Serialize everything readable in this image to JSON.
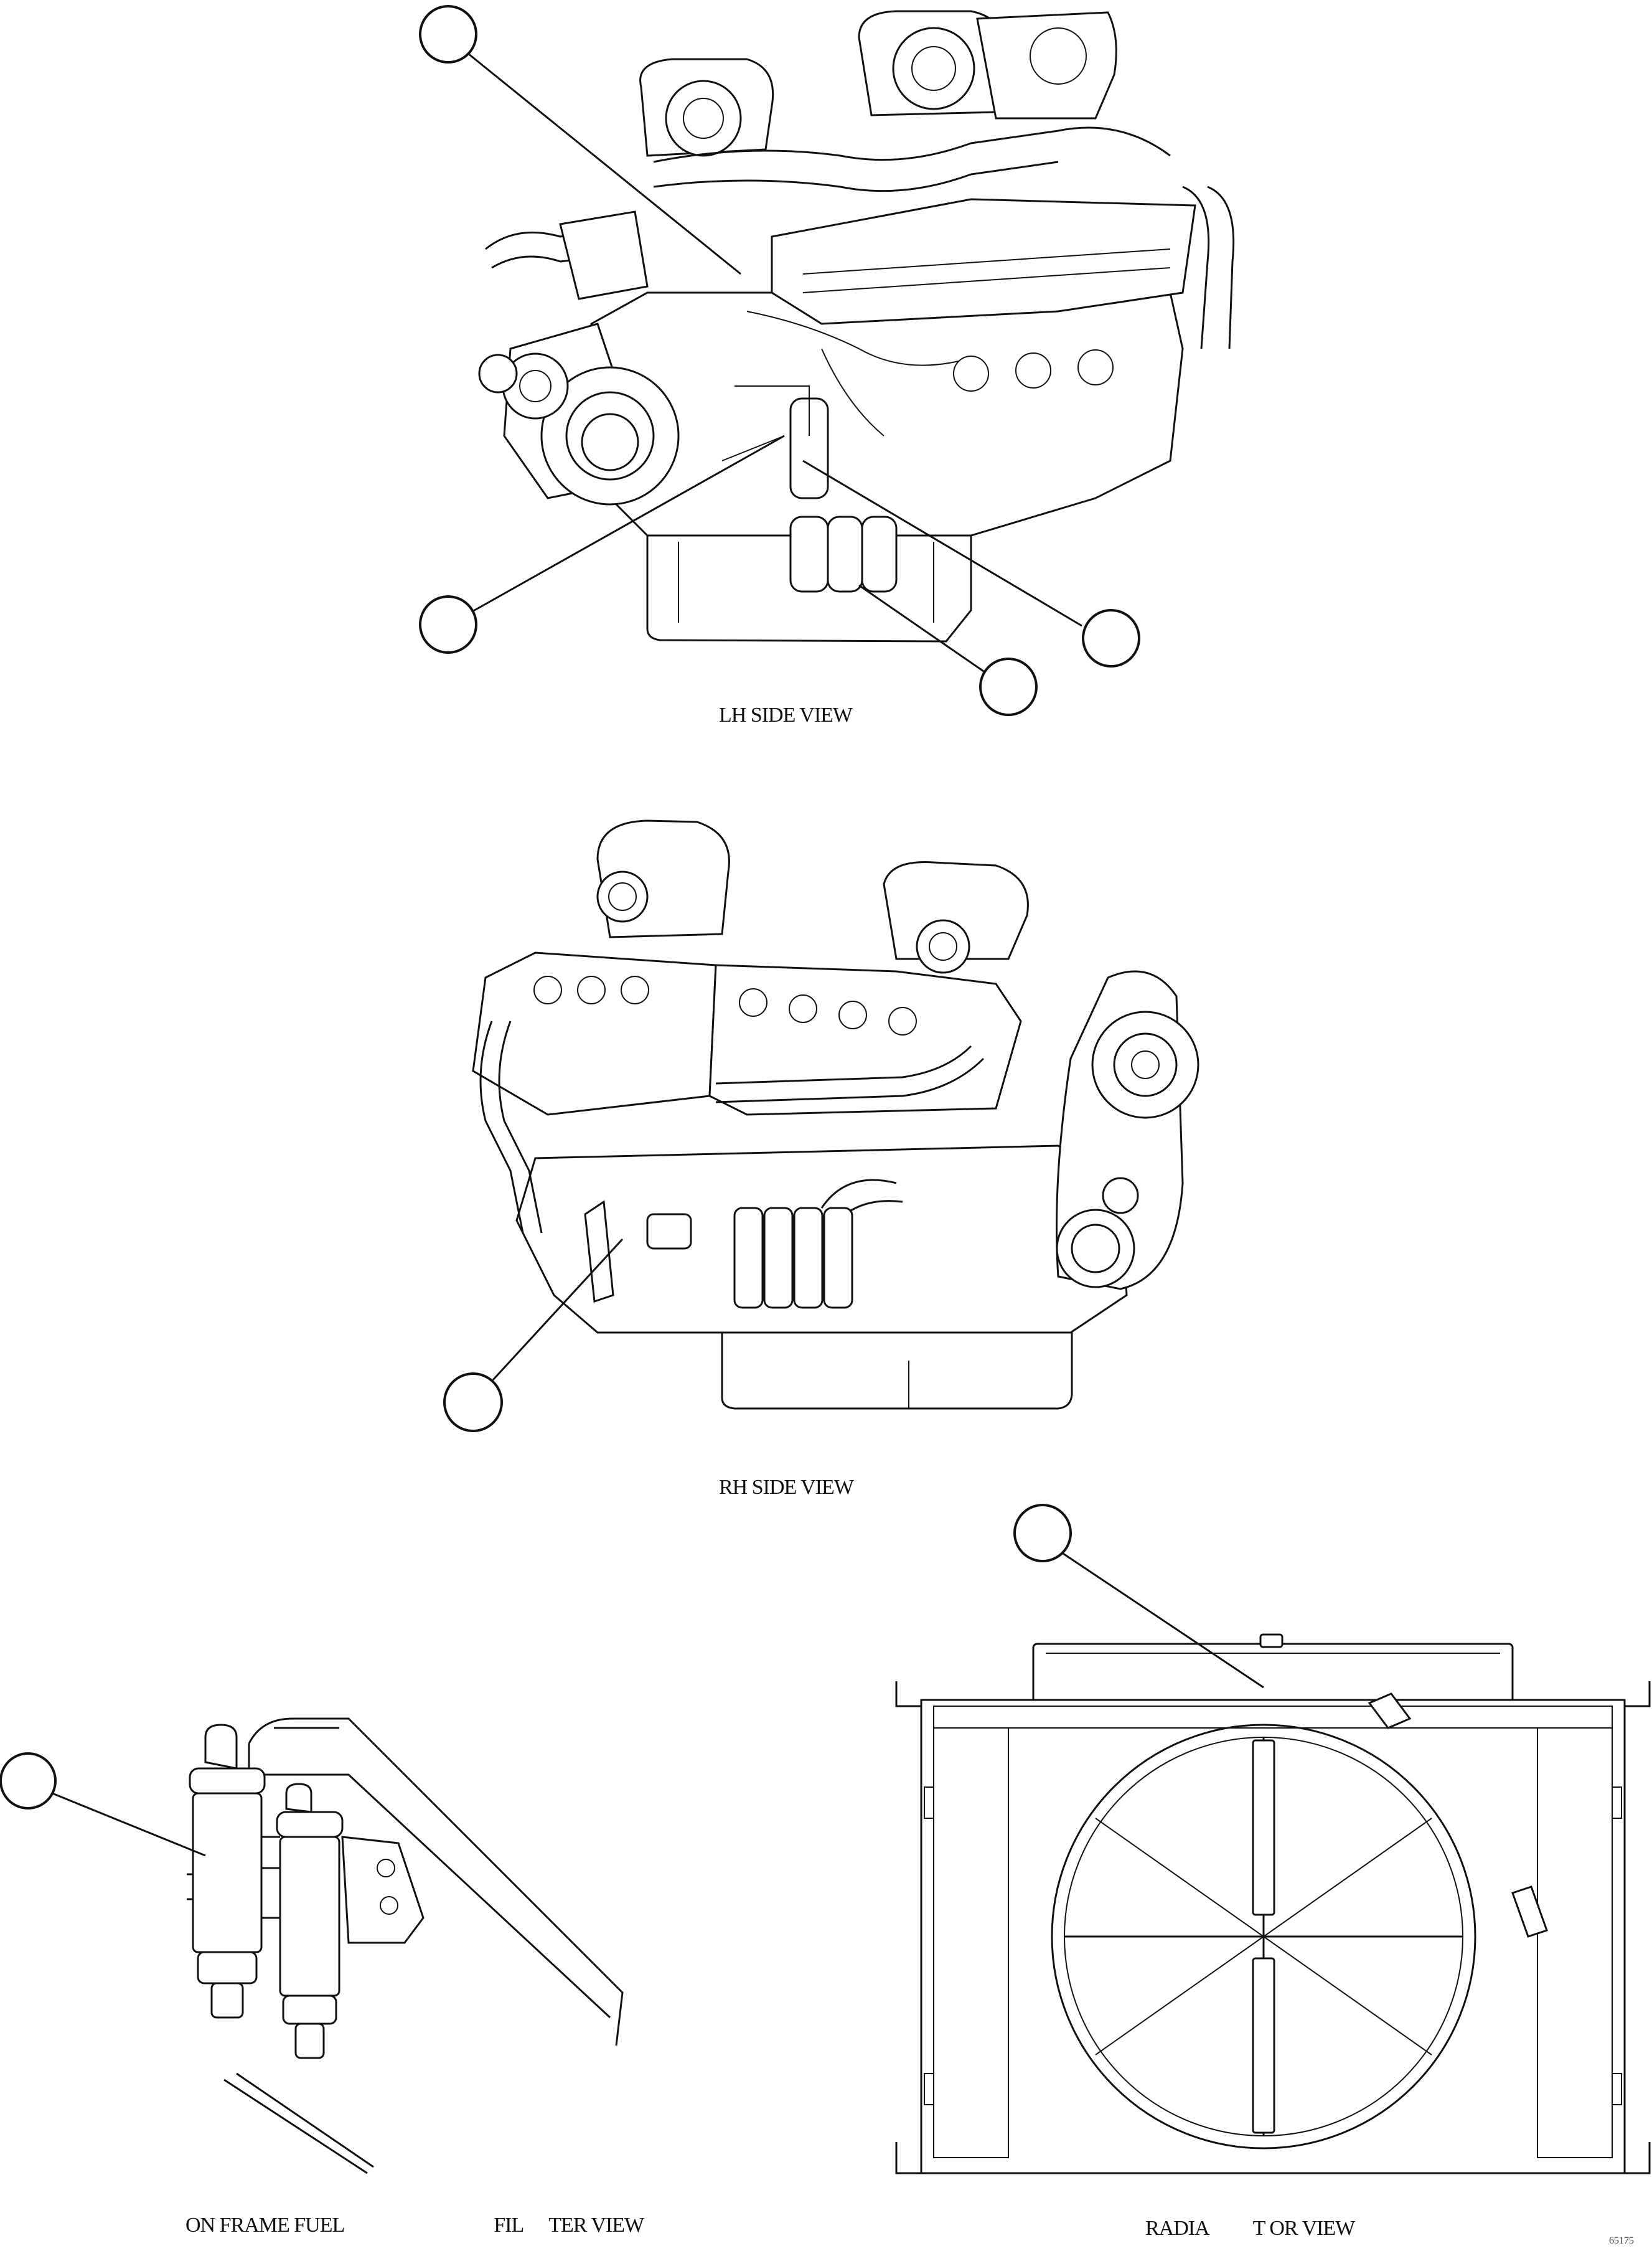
{
  "captions": {
    "lh_side_view": "LH SIDE VIEW",
    "rh_side_view": "RH SIDE VIEW",
    "filter_view_part1": "ON FRAME FUEL",
    "filter_view_part2": "FIL",
    "filter_view_part3": "TER VIEW",
    "radiator_view_part1": "RADIA",
    "radiator_view_part2": "T OR VIEW"
  },
  "document_number": "65175"
}
